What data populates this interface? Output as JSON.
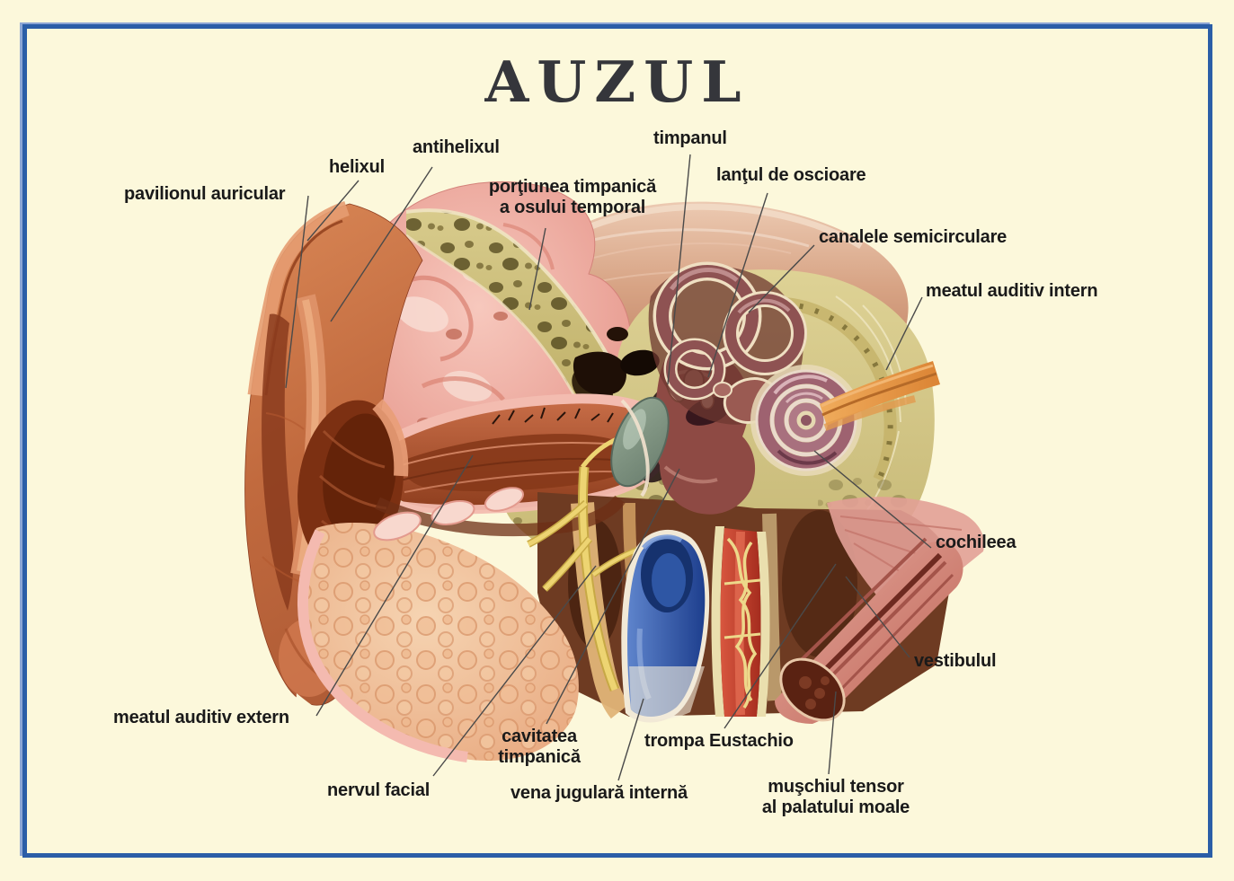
{
  "page": {
    "title": "AUZUL",
    "background_color": "#FCF8DB",
    "border_color": "#2B5EA7",
    "border_highlight_color": "#8CA6D4",
    "subject": "sectional anatomy of the human ear"
  },
  "labels": [
    {
      "id": "pavilionul-auricular",
      "text": "pavilionul auricular"
    },
    {
      "id": "helixul",
      "text": "helixul"
    },
    {
      "id": "antihelixul",
      "text": "antihelixul"
    },
    {
      "id": "portiunea-timpanica",
      "text": "porţiunea timpanică\na osului temporal"
    },
    {
      "id": "timpanul",
      "text": "timpanul"
    },
    {
      "id": "lantul-de-oscioare",
      "text": "lanţul de oscioare"
    },
    {
      "id": "canalele-semicirculare",
      "text": "canalele semicirculare"
    },
    {
      "id": "meatul-auditiv-intern",
      "text": "meatul auditiv intern"
    },
    {
      "id": "cochileea",
      "text": "cochileea"
    },
    {
      "id": "vestibulul",
      "text": "vestibulul"
    },
    {
      "id": "meatul-auditiv-extern",
      "text": "meatul auditiv extern"
    },
    {
      "id": "cavitatea-timpanica",
      "text": "cavitatea\ntimpanică"
    },
    {
      "id": "nervul-facial",
      "text": "nervul facial"
    },
    {
      "id": "vena-jugulara-interna",
      "text": "vena jugulară internă"
    },
    {
      "id": "trompa-eustachio",
      "text": "trompa Eustachio"
    },
    {
      "id": "muschiul-tensor",
      "text": "muşchiul tensor\nal palatului moale"
    }
  ]
}
